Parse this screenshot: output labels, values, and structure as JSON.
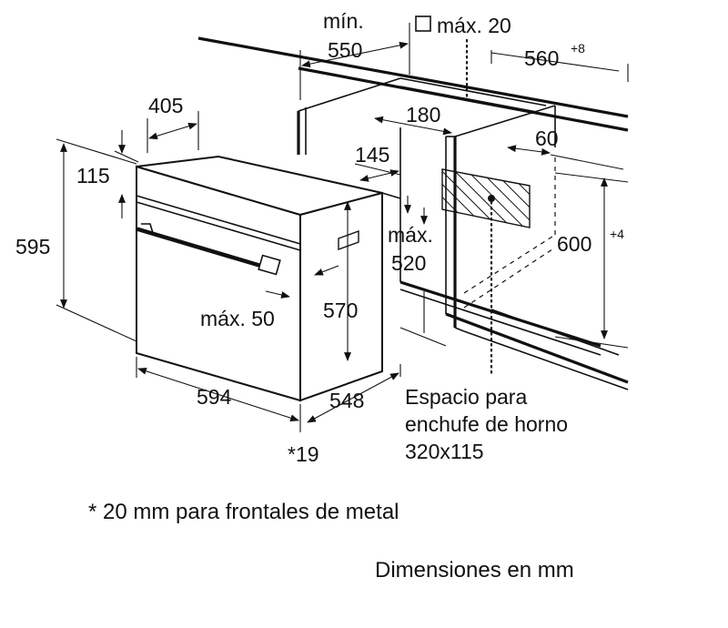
{
  "labels": {
    "min": "mín.",
    "min_550": "550",
    "max20": "máx. 20",
    "w560": "560",
    "w560_sup": "+8",
    "d405": "405",
    "d180": "180",
    "d145": "145",
    "d60": "60",
    "h115": "115",
    "h595": "595",
    "max_label": "máx.",
    "max_520": "520",
    "h600": "600",
    "h600_sup": "+4",
    "max50": "máx. 50",
    "h570": "570",
    "w594": "594",
    "d548": "548",
    "star19": "*19",
    "socket_line1": "Espacio para",
    "socket_line2": "enchufe de horno",
    "socket_line3": "320x115"
  },
  "notes": {
    "metal_fronts": "* 20 mm para frontales de metal",
    "units": "Dimensiones en mm"
  }
}
